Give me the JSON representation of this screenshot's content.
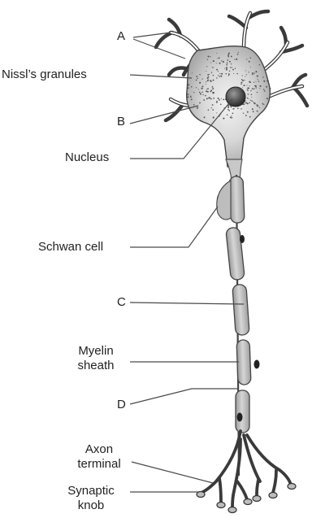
{
  "labels": {
    "a": "A",
    "nissl": "Nissl’s granules",
    "b": "B",
    "nucleus": "Nucleus",
    "schwann": "Schwan cell",
    "c": "C",
    "myelin_1": "Myelin",
    "myelin_2": "sheath",
    "d": "D",
    "axon_1": "Axon",
    "axon_2": "terminal",
    "synaptic_1": "Synaptic",
    "synaptic_2": "knob"
  }
}
